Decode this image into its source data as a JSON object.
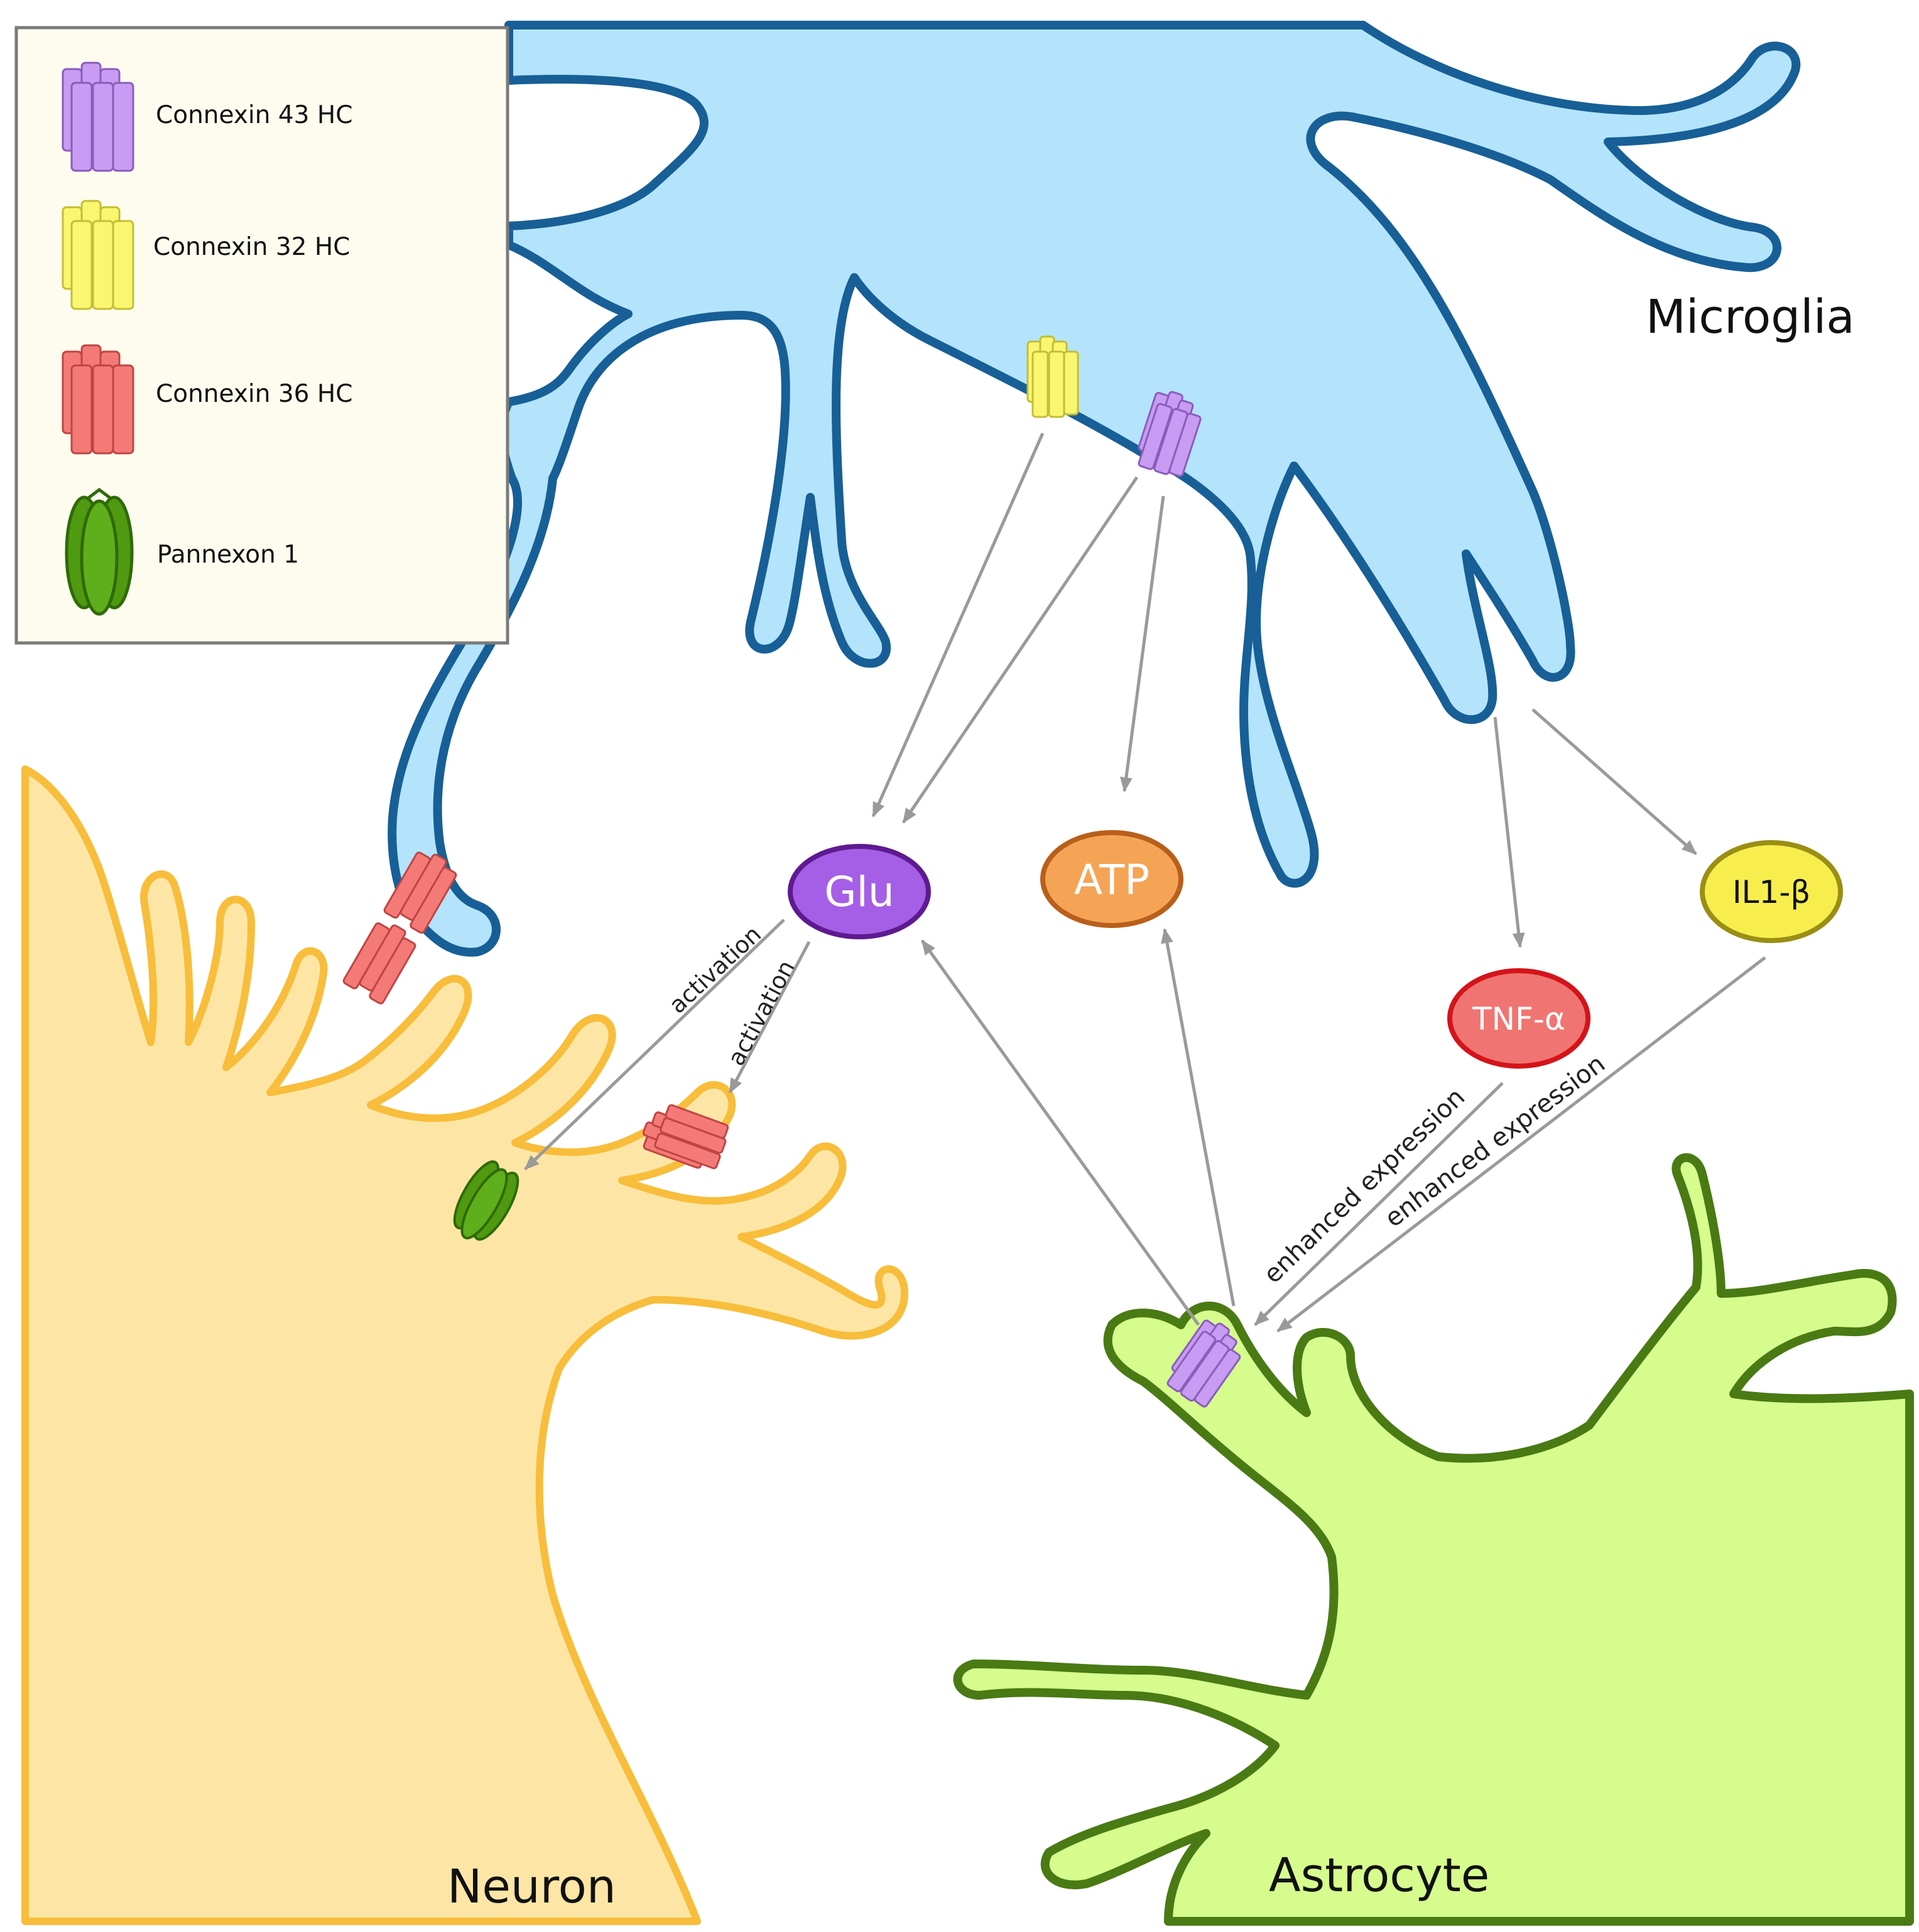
{
  "legend": {
    "items": [
      {
        "label": "Connexin 43 HC",
        "color": "#c79cf2"
      },
      {
        "label": "Connexin 32 HC",
        "color": "#fbf66f"
      },
      {
        "label": "Connexin 36 HC",
        "color": "#f47a78"
      },
      {
        "label": "Pannexon 1",
        "color": "#4f9a11"
      }
    ]
  },
  "cells": {
    "microglia": {
      "label": "Microglia",
      "fill": "#b3e4fb",
      "stroke": "#175f96"
    },
    "neuron": {
      "label": "Neuron",
      "fill": "#fde6a5",
      "stroke": "#f8bd3b"
    },
    "astrocyte": {
      "label": "Astrocyte",
      "fill": "#d6fc8d",
      "stroke": "#4a7a14"
    }
  },
  "molecules": {
    "glu": {
      "label": "Glu",
      "fill": "#a55fe6",
      "stroke": "#5e1a90"
    },
    "atp": {
      "label": "ATP",
      "fill": "#f5a456",
      "stroke": "#b85f1b"
    },
    "tnf": {
      "label": "TNF-α",
      "fill": "#f07572",
      "stroke": "#d4141a"
    },
    "il1b": {
      "label": "IL1-β",
      "fill": "#f7ee4e",
      "stroke": "#9a8e14"
    }
  },
  "edge_labels": {
    "activation_1": "activation",
    "activation_2": "activation",
    "enhanced_1": "enhanced expression",
    "enhanced_2": "enhanced expression"
  }
}
